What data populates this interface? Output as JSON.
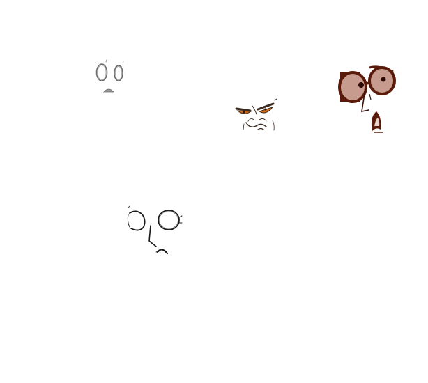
{
  "canvas": {
    "background": "#ffffff"
  },
  "sketches": [
    {
      "id": "face-1",
      "icon": "surprised-face-pencil-sketch-icon",
      "color": "#6b6b6b"
    },
    {
      "id": "face-2",
      "icon": "angry-face-sketch-icon",
      "color": "#d46a14"
    },
    {
      "id": "face-3",
      "icon": "shocked-face-with-glasses-sketch-icon",
      "color": "#5a1a0a"
    },
    {
      "id": "face-4",
      "icon": "worried-face-line-sketch-icon",
      "color": "#1a1a1a"
    }
  ]
}
